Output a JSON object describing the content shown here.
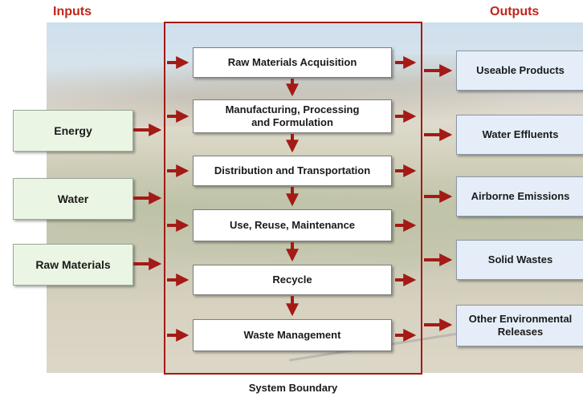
{
  "header": {
    "inputs_label": "Inputs",
    "outputs_label": "Outputs"
  },
  "inputs": [
    "Energy",
    "Water",
    "Raw Materials"
  ],
  "stages": [
    "Raw Materials Acquisition",
    "Manufacturing, Processing\nand Formulation",
    "Distribution and Transportation",
    "Use, Reuse, Maintenance",
    "Recycle",
    "Waste Management"
  ],
  "outputs": [
    "Useable Products",
    "Water Effluents",
    "Airborne Emissions",
    "Solid Wastes",
    "Other Environmental\nReleases"
  ],
  "boundary_label": "System Boundary",
  "colors": {
    "arrow": "#a31a16",
    "label": "#c0261b",
    "boundary": "#a31a16"
  }
}
